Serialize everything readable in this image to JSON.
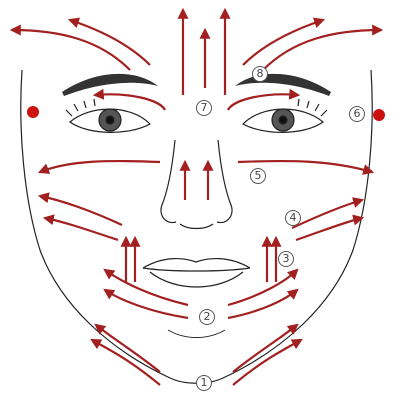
{
  "step_labels": {
    "s1": "1",
    "s2": "2",
    "s3": "3",
    "s4": "4",
    "s5": "5",
    "s6": "6",
    "s7": "7",
    "s8": "8"
  },
  "colors": {
    "arrow": "#a32020",
    "point": "#cc1111",
    "line": "#222222"
  }
}
